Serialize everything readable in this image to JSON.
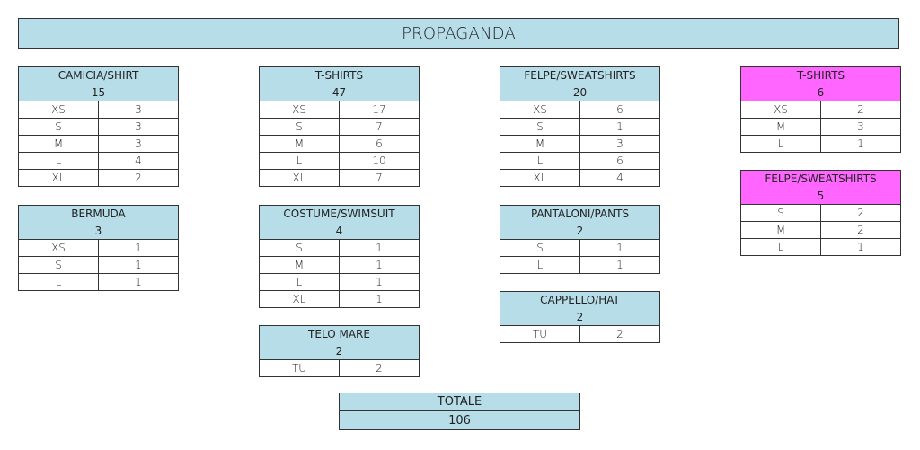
{
  "title": "PROPAGANDA",
  "colors": {
    "header_blue": "#b7dde8",
    "header_pink": "#ff66ff",
    "border": "#333333"
  },
  "blocks": [
    {
      "id": "camicia",
      "name": "CAMICIA/SHIRT",
      "total": "15",
      "rows": [
        {
          "size": "XS",
          "qty": "3"
        },
        {
          "size": "S",
          "qty": "3"
        },
        {
          "size": "M",
          "qty": "3"
        },
        {
          "size": "L",
          "qty": "4"
        },
        {
          "size": "XL",
          "qty": "2"
        }
      ]
    },
    {
      "id": "bermuda",
      "name": "BERMUDA",
      "total": "3",
      "rows": [
        {
          "size": "XS",
          "qty": "1"
        },
        {
          "size": "S",
          "qty": "1"
        },
        {
          "size": "L",
          "qty": "1"
        }
      ]
    },
    {
      "id": "tshirts",
      "name": "T-SHIRTS",
      "total": "47",
      "rows": [
        {
          "size": "XS",
          "qty": "17"
        },
        {
          "size": "S",
          "qty": "7"
        },
        {
          "size": "M",
          "qty": "6"
        },
        {
          "size": "L",
          "qty": "10"
        },
        {
          "size": "XL",
          "qty": "7"
        }
      ]
    },
    {
      "id": "costume",
      "name": "COSTUME/SWIMSUIT",
      "total": "4",
      "rows": [
        {
          "size": "S",
          "qty": "1"
        },
        {
          "size": "M",
          "qty": "1"
        },
        {
          "size": "L",
          "qty": "1"
        },
        {
          "size": "XL",
          "qty": "1"
        }
      ]
    },
    {
      "id": "telomare",
      "name": "TELO MARE",
      "total": "2",
      "rows": [
        {
          "size": "TU",
          "qty": "2"
        }
      ]
    },
    {
      "id": "felpe",
      "name": "FELPE/SWEATSHIRTS",
      "total": "20",
      "rows": [
        {
          "size": "XS",
          "qty": "6"
        },
        {
          "size": "S",
          "qty": "1"
        },
        {
          "size": "M",
          "qty": "3"
        },
        {
          "size": "L",
          "qty": "6"
        },
        {
          "size": "XL",
          "qty": "4"
        }
      ]
    },
    {
      "id": "pantaloni",
      "name": "PANTALONI/PANTS",
      "total": "2",
      "rows": [
        {
          "size": "S",
          "qty": "1"
        },
        {
          "size": "L",
          "qty": "1"
        }
      ]
    },
    {
      "id": "cappello",
      "name": "CAPPELLO/HAT",
      "total": "2",
      "rows": [
        {
          "size": "TU",
          "qty": "2"
        }
      ]
    },
    {
      "id": "tshirts-pink",
      "name": "T-SHIRTS",
      "total": "6",
      "rows": [
        {
          "size": "XS",
          "qty": "2"
        },
        {
          "size": "M",
          "qty": "3"
        },
        {
          "size": "L",
          "qty": "1"
        }
      ]
    },
    {
      "id": "felpe-pink",
      "name": "FELPE/SWEATSHIRTS",
      "total": "5",
      "rows": [
        {
          "size": "S",
          "qty": "2"
        },
        {
          "size": "M",
          "qty": "2"
        },
        {
          "size": "L",
          "qty": "1"
        }
      ]
    }
  ],
  "grand_total": {
    "label": "TOTALE",
    "value": "106"
  }
}
